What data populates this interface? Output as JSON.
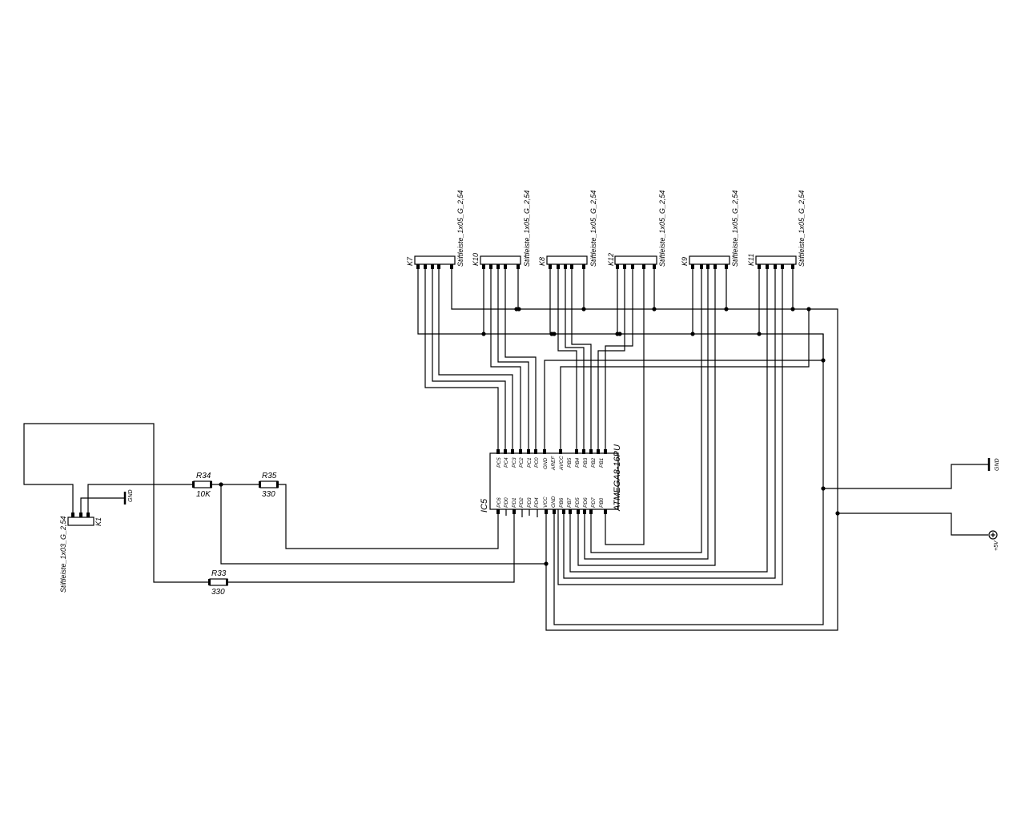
{
  "ic5": {
    "ref": "IC5",
    "part": "ATMEGA8-16PU",
    "top_pins": [
      "PC5",
      "PC4",
      "PC3",
      "PC2",
      "PC1",
      "PC0",
      "GND",
      "AREF",
      "AVCC",
      "PB5",
      "PB4",
      "PB3",
      "PB2",
      "PB1"
    ],
    "bottom_pins": [
      "PC6",
      "PD0",
      "PD1",
      "PD2",
      "PD3",
      "PD4",
      "VCC",
      "GND",
      "PB6",
      "PB7",
      "PD5",
      "PD6",
      "PD7",
      "PB0"
    ]
  },
  "connectors": [
    {
      "ref": "K7",
      "type": "Stiftleiste_1x05_G_2,54"
    },
    {
      "ref": "K10",
      "type": "Stiftleiste_1x05_G_2,54"
    },
    {
      "ref": "K8",
      "type": "Stiftleiste_1x05_G_2,54"
    },
    {
      "ref": "K12",
      "type": "Stiftleiste_1x05_G_2,54"
    },
    {
      "ref": "K9",
      "type": "Stiftleiste_1x05_G_2,54"
    },
    {
      "ref": "K11",
      "type": "Stiftleiste_1x05_G_2,54"
    }
  ],
  "k1": {
    "ref": "K1",
    "type": "Stiftleiste_1x03_G_2,54"
  },
  "resistors": {
    "r34": {
      "ref": "R34",
      "value": "10K"
    },
    "r35": {
      "ref": "R35",
      "value": "330"
    },
    "r33": {
      "ref": "R33",
      "value": "330"
    }
  },
  "power": {
    "gnd": "GND",
    "vcc": "+5V"
  },
  "colors": {
    "ink": "#000000",
    "paper": "#ffffff"
  }
}
